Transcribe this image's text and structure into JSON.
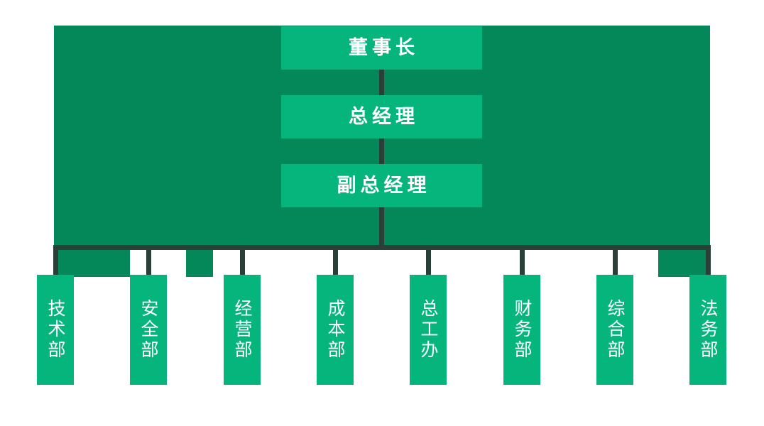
{
  "chart": {
    "type": "organization-chart",
    "title": "",
    "colors": {
      "panel_green": "#048759",
      "box_green": "#05b57b",
      "connector_dark": "#2b3f39",
      "text_white": "#ffffff",
      "background": "#ffffff"
    },
    "executives": [
      {
        "id": "chairman",
        "label": "董事长",
        "level": 1
      },
      {
        "id": "gm",
        "label": "总经理",
        "level": 2
      },
      {
        "id": "deputy_gm",
        "label": "副总经理",
        "level": 3
      }
    ],
    "departments": [
      {
        "id": "tech",
        "label": "技术部"
      },
      {
        "id": "safety",
        "label": "安全部"
      },
      {
        "id": "operations",
        "label": "经营部"
      },
      {
        "id": "cost",
        "label": "成本部"
      },
      {
        "id": "chief_eng",
        "label": "总工办"
      },
      {
        "id": "finance",
        "label": "财务部"
      },
      {
        "id": "general",
        "label": "综合部"
      },
      {
        "id": "legal",
        "label": "法务部"
      }
    ]
  }
}
